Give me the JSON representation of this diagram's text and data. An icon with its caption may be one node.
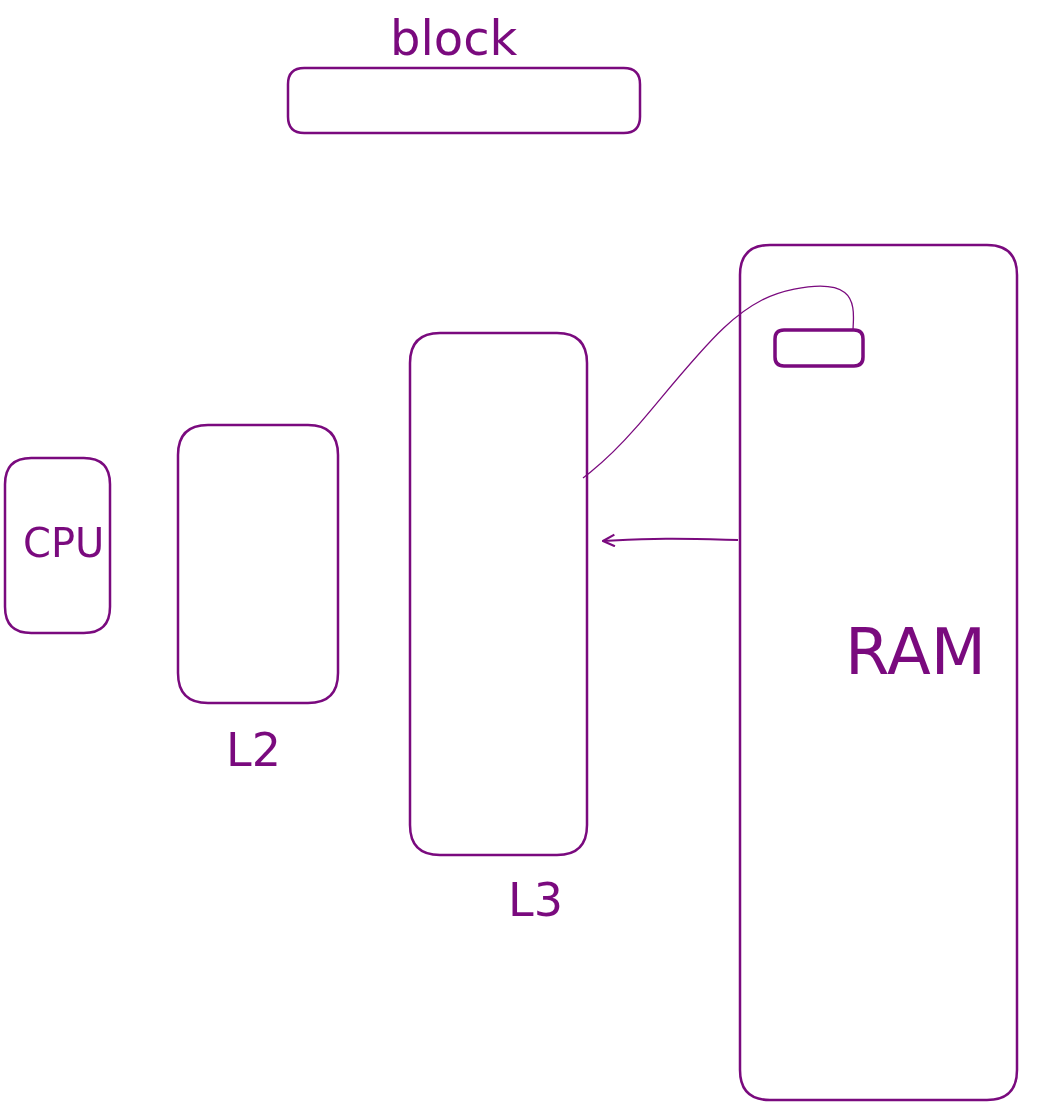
{
  "diagram": {
    "nodes": [
      {
        "text": [
          "block"
        ]
      },
      {
        "text": [
          "CPU"
        ]
      },
      {
        "text": [
          "L2"
        ]
      },
      {
        "text": [
          "L3"
        ]
      },
      {
        "text": [
          "RAM"
        ]
      },
      {
        "text": [],
        "shape": "box",
        "in": 4
      }
    ],
    "edges": [
      {
        "from": 4,
        "to": 3,
        "arrow": "to"
      },
      {
        "from": 5,
        "to": 3,
        "arrow": "none"
      }
    ]
  }
}
